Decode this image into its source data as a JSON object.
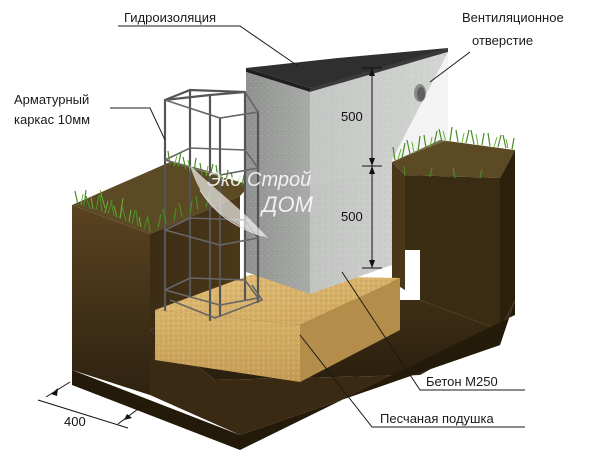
{
  "labels": {
    "waterproofing": "Гидроизоляция",
    "vent_line1": "Вентиляционное",
    "vent_line2": "отверстие",
    "rebar_line1": "Арматурный",
    "rebar_line2": "каркас 10мм",
    "concrete": "Бетон М250",
    "sand_cushion": "Песчаная подушка"
  },
  "dimensions": {
    "upper_height": "500",
    "lower_height": "500",
    "base_width": "400"
  },
  "watermark": {
    "line1": "Эко Строй",
    "line2": "ДОМ"
  },
  "colors": {
    "concrete": "#c9cbc9",
    "concrete_side": "#9ea09e",
    "waterproofing": "#2f2f2f",
    "sand": "#d8b46c",
    "soil_dark": "#3a2a14",
    "soil_mid": "#5a4220",
    "grass": "#4a8a2a"
  }
}
